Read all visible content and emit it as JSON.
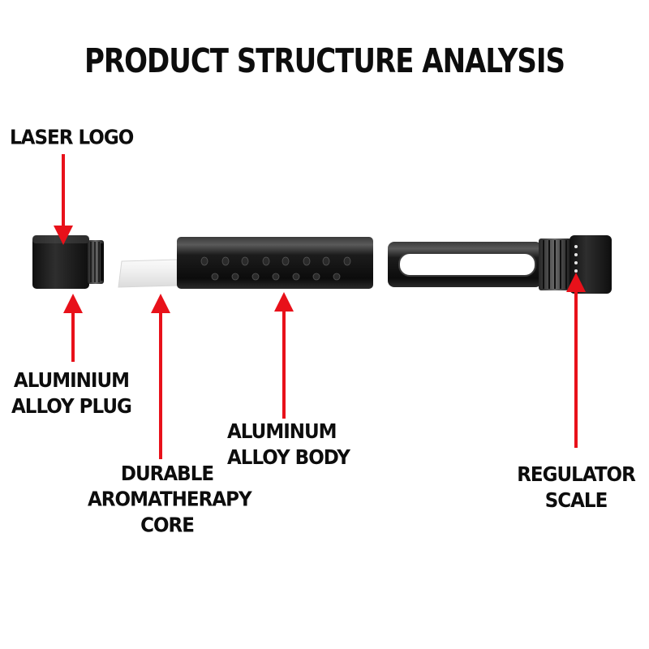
{
  "title": "PRODUCT STRUCTURE ANALYSIS",
  "labels": {
    "laser_logo": [
      "LASER LOGO"
    ],
    "plug": [
      "ALUMINIUM",
      "ALLOY PLUG"
    ],
    "core": [
      "DURABLE",
      "AROMATHERAPY",
      "CORE"
    ],
    "body": [
      "ALUMINUM",
      "ALLOY BODY"
    ],
    "regulator": [
      "REGULATOR",
      "SCALE"
    ]
  },
  "colors": {
    "arrow": "#e8111a",
    "metal": "#151515",
    "core": "#f1f1f1",
    "text": "#0d0d0d"
  }
}
